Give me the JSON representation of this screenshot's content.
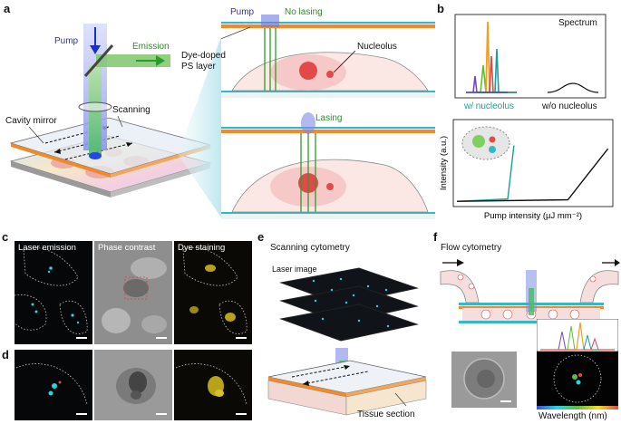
{
  "panels": {
    "a": "a",
    "b": "b",
    "c": "c",
    "d": "d",
    "e": "e",
    "f": "f"
  },
  "a": {
    "pump": "Pump",
    "emission": "Emission",
    "cavity_mirror": "Cavity mirror",
    "scanning": "Scanning",
    "dye_layer": "Dye-doped\nPS layer",
    "top": {
      "pump": "Pump",
      "status": "No lasing",
      "nucleolus": "Nucleolus"
    },
    "bottom": {
      "status": "Lasing"
    }
  },
  "b": {
    "spectrum": {
      "title": "Spectrum",
      "label_with": "w/ nucleolus",
      "label_without": "w/o nucleolus"
    },
    "chart_data": {
      "type": "line",
      "xlabel": "Pump intensity (µJ mm⁻²)",
      "ylabel": "Intensity (a.u.)",
      "series": [
        {
          "name": "w/ nucleolus",
          "color": "#1a9e9a",
          "x": [
            0,
            0.33,
            0.37
          ],
          "y": [
            0.02,
            0.05,
            0.72
          ]
        },
        {
          "name": "w/o nucleolus",
          "color": "#111111",
          "x": [
            0,
            0.72,
            0.98
          ],
          "y": [
            0.02,
            0.04,
            0.68
          ]
        }
      ]
    }
  },
  "c": {
    "laser": "Laser emission",
    "phase": "Phase contrast",
    "dye": "Dye staining"
  },
  "e": {
    "title": "Scanning cytometry",
    "laser_image": "Laser image",
    "tissue": "Tissue section"
  },
  "f": {
    "title": "Flow cytometry",
    "wavelength": "Wavelength (nm)"
  },
  "colors": {
    "pump_blue": "#3b4fd6",
    "emission_green": "#2e9a2e",
    "mirror_orange": "#f08a2c",
    "mirror_cyan": "#36b7c6",
    "cell_pink": "#f4c6c6",
    "nucleolus_red": "#e24a4a"
  }
}
